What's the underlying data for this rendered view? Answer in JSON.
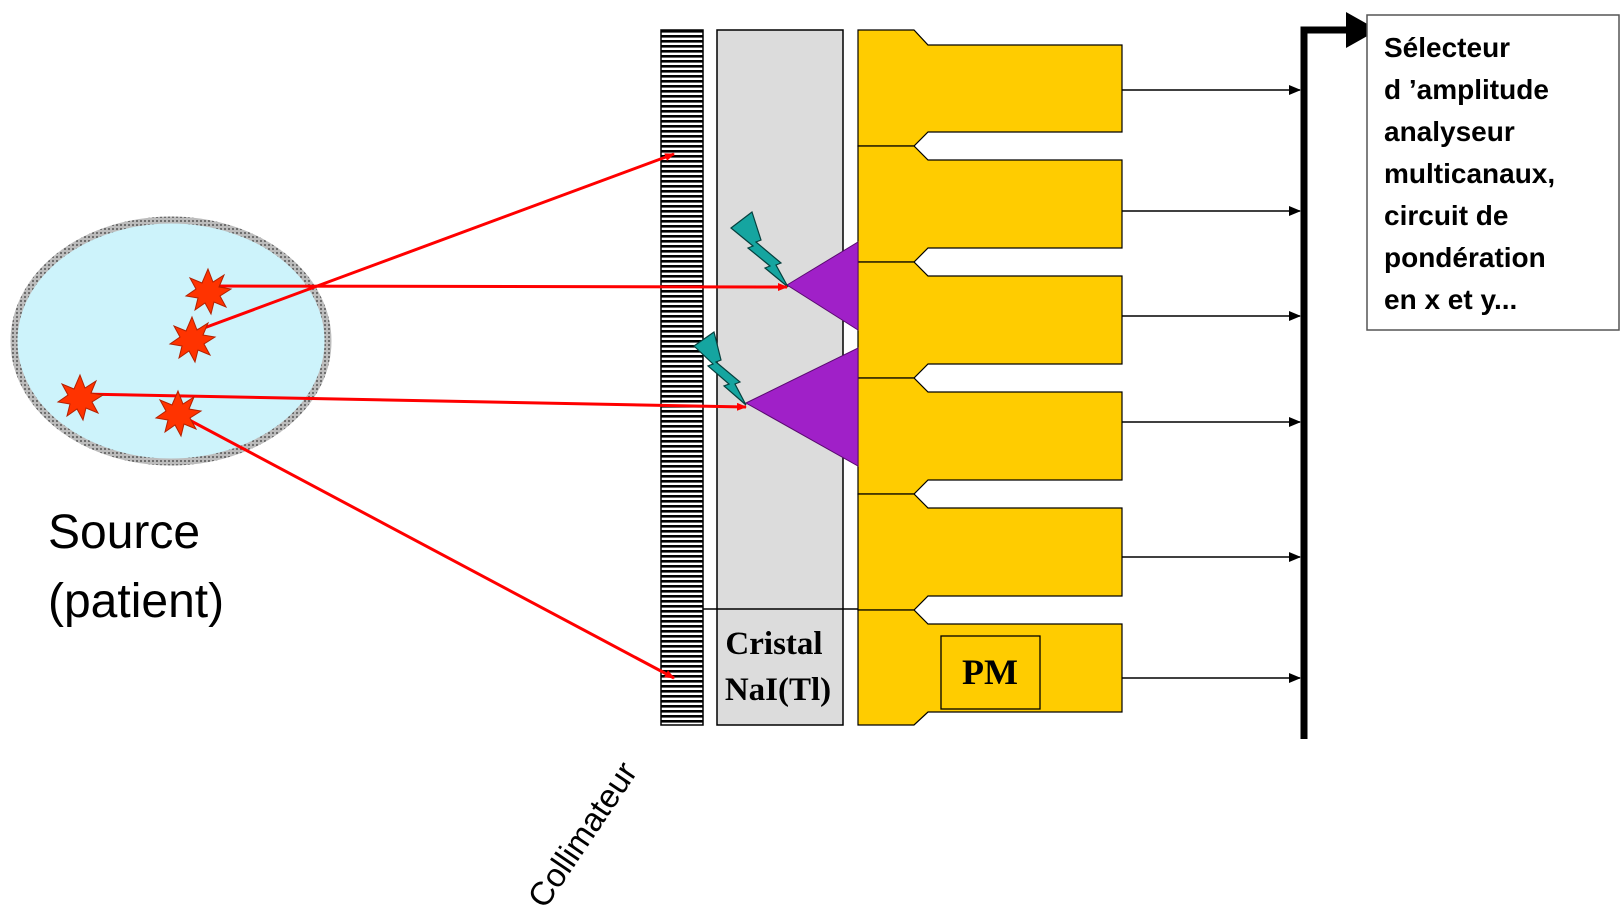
{
  "source": {
    "line1": "Source",
    "line2": "(patient)"
  },
  "collimator": {
    "label": "Collimateur"
  },
  "crystal": {
    "line1": "Cristal",
    "line2": "NaI(Tl)"
  },
  "pm": {
    "label": "PM"
  },
  "selector": {
    "lines": [
      "Sélecteur",
      "d ’amplitude",
      "analyseur",
      "multicanaux,",
      "circuit de",
      "pondération",
      "en x et y..."
    ]
  },
  "colors": {
    "source_fill": "#cdf3fb",
    "source_border": "#8e8e8e",
    "ray": "#ff0000",
    "event": "#ff3300",
    "collimator": "#000000",
    "crystal_fill": "#dcdcdc",
    "pm_fill": "#ffcc00",
    "light_cone": "#a020c8",
    "flash": "#15a5a0",
    "bus": "#000000"
  },
  "icons": {
    "event": "red-starburst-icon",
    "flash": "lightning-icon"
  }
}
